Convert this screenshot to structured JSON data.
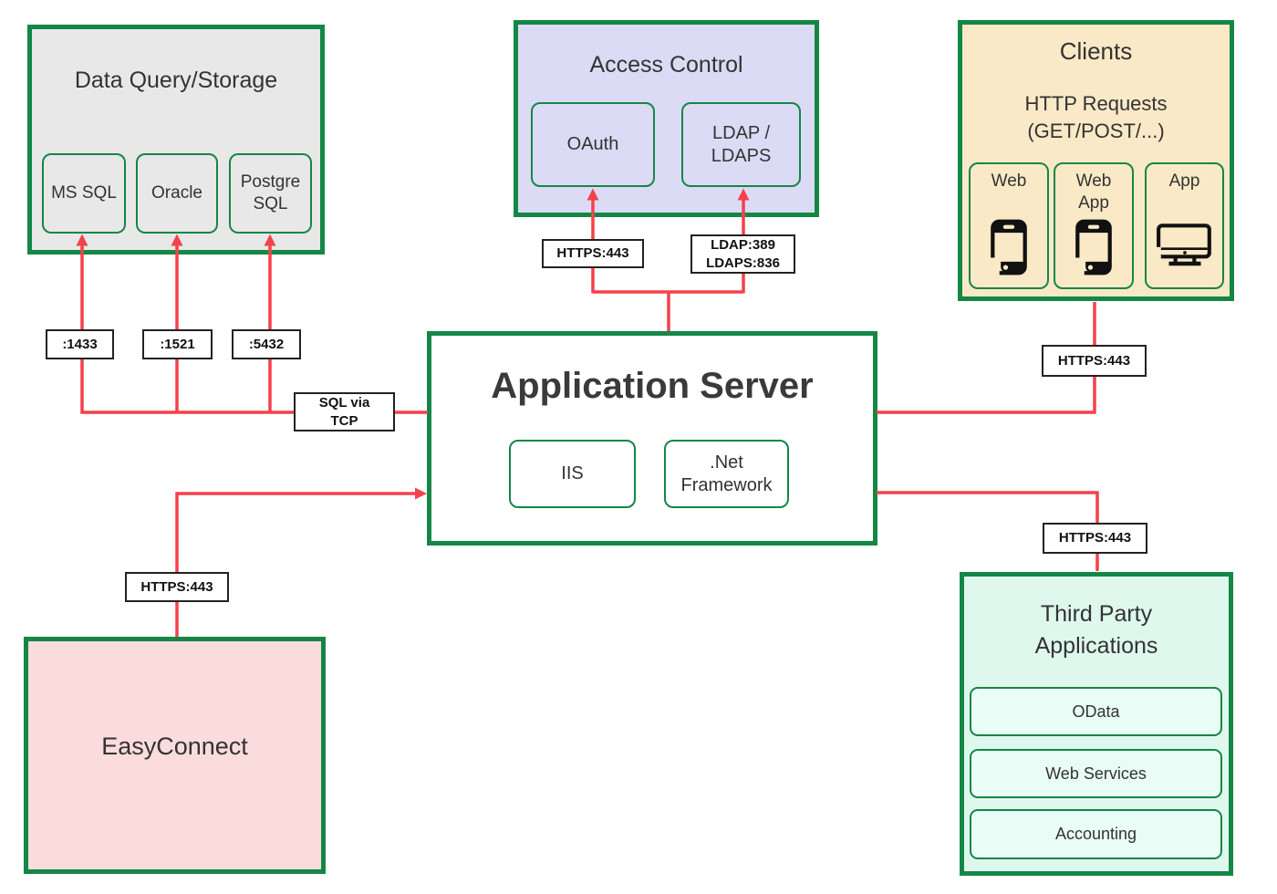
{
  "colors": {
    "box_border_green": "#148746",
    "connector_red": "#f5414b",
    "storage_bg": "#e8e8e8",
    "access_bg": "#dbdbf5",
    "clients_bg": "#f9e9c6",
    "app_server_bg": "#ffffff",
    "easyconnect_bg": "#fbdcdc",
    "third_party_bg": "#dff8ee",
    "third_party_item_bg": "#e9fcf5",
    "edge_label_bg": "#ffffff",
    "edge_label_border": "#222222",
    "text_dark": "#333333"
  },
  "boxes": {
    "data_query": {
      "title": "Data Query/Storage",
      "items": [
        {
          "label": "MS SQL"
        },
        {
          "label": "Oracle"
        },
        {
          "label": "Postgre\nSQL"
        }
      ]
    },
    "access_control": {
      "title": "Access Control",
      "items": [
        {
          "label": "OAuth"
        },
        {
          "label": "LDAP /\nLDAPS"
        }
      ]
    },
    "clients": {
      "title": "Clients",
      "subtitle": "HTTP Requests\n(GET/POST/...)",
      "items": [
        {
          "label": "Web",
          "icon": "smartphone-icon"
        },
        {
          "label": "Web\nApp",
          "icon": "smartphone-icon"
        },
        {
          "label": "App",
          "icon": "desktop-icon"
        }
      ]
    },
    "app_server": {
      "title": "Application Server",
      "items": [
        {
          "label": "IIS"
        },
        {
          "label": ".Net\nFramework"
        }
      ]
    },
    "easyconnect": {
      "title": "EasyConnect"
    },
    "third_party": {
      "title": "Third Party\nApplications",
      "items": [
        {
          "label": "OData"
        },
        {
          "label": "Web Services"
        },
        {
          "label": "Accounting"
        }
      ]
    }
  },
  "connection_labels": {
    "port_mssql": ":1433",
    "port_oracle": ":1521",
    "port_postgresql": ":5432",
    "sql_via_tcp": "SQL via\nTCP",
    "https_access_control": "HTTPS:443",
    "ldap_ports": "LDAP:389\nLDAPS:836",
    "https_clients": "HTTPS:443",
    "https_third_party": "HTTPS:443",
    "https_easyconnect": "HTTPS:443"
  }
}
